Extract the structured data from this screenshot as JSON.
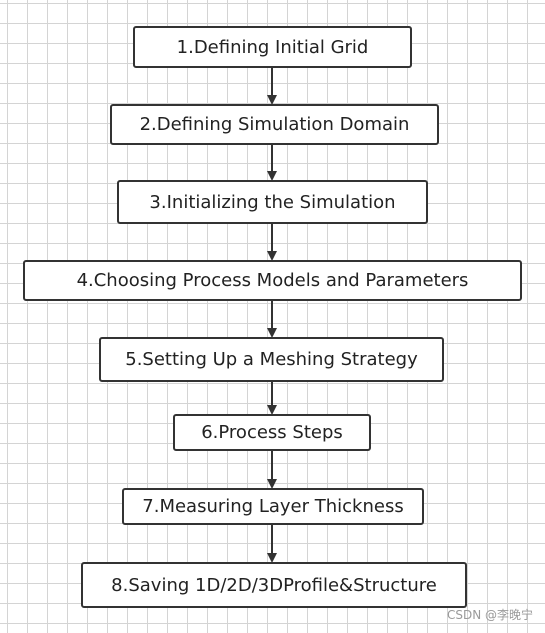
{
  "steps": [
    "1.Defining Initial Grid",
    "2.Defining Simulation Domain",
    "3.Initializing the Simulation",
    "4.Choosing Process Models and Parameters",
    "5.Setting Up a Meshing Strategy",
    "6.Process Steps",
    "7.Measuring Layer Thickness",
    "8.Saving 1D/2D/3DProfile&Structure"
  ],
  "watermark": "CSDN @李晚宁",
  "colors": {
    "border": "#333333",
    "arrow": "#333333",
    "grid": "#d4d4d4"
  }
}
